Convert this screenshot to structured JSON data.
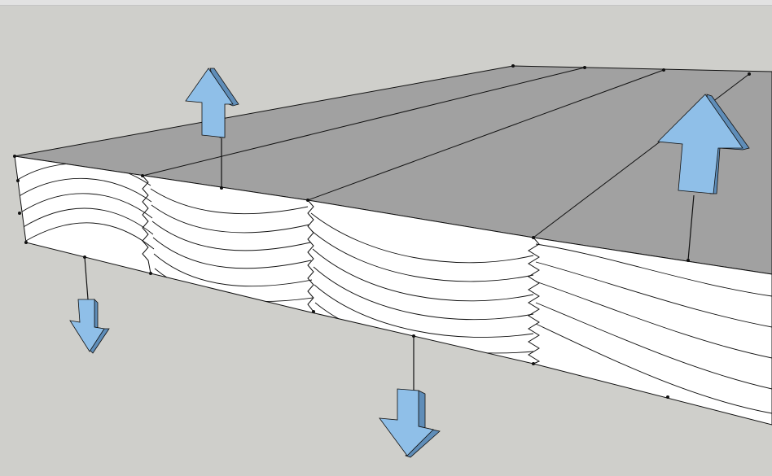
{
  "scene": {
    "background": "#cfcfcb",
    "top_face_color": "#a1a1a1",
    "side_face_color": "#ffffff",
    "edge_color": "#111111",
    "arrow_fill": "#8fbfe8",
    "arrow_side": "#5f8db8",
    "arrows": [
      {
        "id": "up-small",
        "direction": "up"
      },
      {
        "id": "up-large",
        "direction": "up"
      },
      {
        "id": "down-left",
        "direction": "down"
      },
      {
        "id": "down-center",
        "direction": "down"
      }
    ]
  }
}
